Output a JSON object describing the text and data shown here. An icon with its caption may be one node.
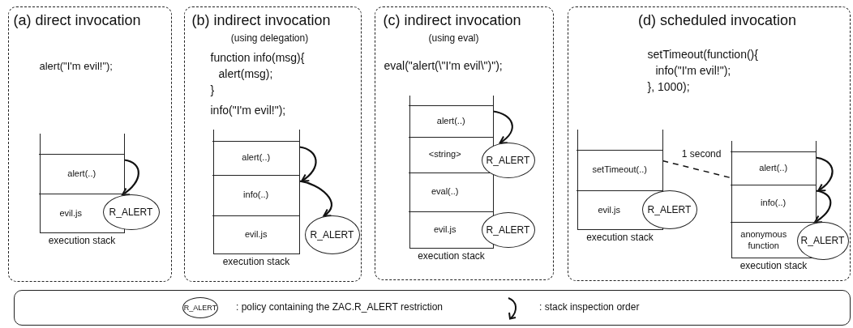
{
  "diagram": {
    "nodes": [
      {
        "text": [
          "(a) direct invocation",
          "alert(\"I'm evil!\");"
        ]
      },
      {
        "text": [
          "execution stack"
        ],
        "in": 0
      },
      {
        "text": [
          "alert(..)"
        ],
        "in": 1
      },
      {
        "text": [
          "evil.js"
        ],
        "in": 1
      },
      {
        "text": [
          "R_ALERT"
        ],
        "in": 0
      },
      {
        "text": [
          "(b) indirect invocation",
          "(using delegation)",
          "function info(msg){",
          "alert(msg);",
          "}",
          "info(\"I'm evil!\");"
        ]
      },
      {
        "text": [
          "execution stack"
        ],
        "in": 5
      },
      {
        "text": [
          "alert(..)"
        ],
        "in": 6
      },
      {
        "text": [
          "info(..)"
        ],
        "in": 6
      },
      {
        "text": [
          "evil.js"
        ],
        "in": 6
      },
      {
        "text": [
          "R_ALERT"
        ],
        "in": 5
      },
      {
        "text": [
          "(c) indirect invocation",
          "(using eval)",
          "eval(\"alert(\\\"I'm evil\\\")\");"
        ]
      },
      {
        "text": [
          "execution stack"
        ],
        "in": 11
      },
      {
        "text": [
          "alert(..)"
        ],
        "in": 12
      },
      {
        "text": [
          "<string>"
        ],
        "in": 12
      },
      {
        "text": [
          "eval(..)"
        ],
        "in": 12
      },
      {
        "text": [
          "evil.js"
        ],
        "in": 12
      },
      {
        "text": [
          "R_ALERT"
        ],
        "in": 11
      },
      {
        "text": [
          "R_ALERT"
        ],
        "in": 11
      },
      {
        "text": [
          "(d) scheduled invocation",
          "setTimeout(function(){",
          "info(\"I'm evil!\");",
          "}, 1000);"
        ]
      },
      {
        "text": [
          "execution stack"
        ],
        "in": 19
      },
      {
        "text": [
          "setTimeout(..)"
        ],
        "in": 20
      },
      {
        "text": [
          "evil.js"
        ],
        "in": 20
      },
      {
        "text": [
          "R_ALERT"
        ],
        "in": 19
      },
      {
        "text": [
          "execution stack"
        ],
        "in": 19
      },
      {
        "text": [
          "alert(..)"
        ],
        "in": 24
      },
      {
        "text": [
          "info(..)"
        ],
        "in": 24
      },
      {
        "text": [
          "anonymous function"
        ],
        "in": 24
      },
      {
        "text": [
          "R_ALERT"
        ],
        "in": 19
      }
    ],
    "edges": [
      {
        "from": 2,
        "to": 4,
        "arrow": "to"
      },
      {
        "from": 7,
        "to": 8,
        "arrow": "to"
      },
      {
        "from": 8,
        "to": 10,
        "arrow": "to"
      },
      {
        "from": 13,
        "to": 17,
        "arrow": "to"
      },
      {
        "from": 21,
        "to": 25,
        "arrow": "none",
        "style": "dashed",
        "label": "1 second"
      },
      {
        "from": 25,
        "to": 26,
        "arrow": "to"
      },
      {
        "from": 26,
        "to": 28,
        "arrow": "to"
      }
    ],
    "labels": [
      "R_ALERT"
    ],
    "legend": [
      {
        "text": ": policy containing the ZAC.R_ALERT restriction"
      },
      {
        "text": ": stack inspection order"
      }
    ]
  }
}
